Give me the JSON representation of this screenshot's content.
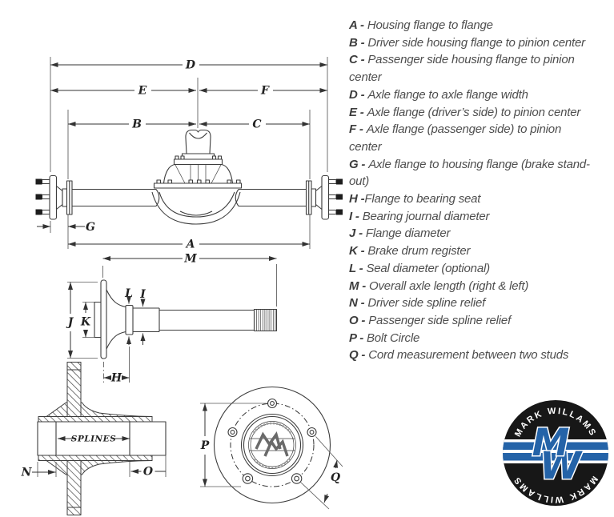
{
  "dims": {
    "a": "A",
    "b": "B",
    "c": "C",
    "d": "D",
    "e": "E",
    "f": "F",
    "g": "G",
    "h": "H",
    "i": "I",
    "j": "J",
    "k": "K",
    "l": "L",
    "m": "M",
    "n": "N",
    "o": "O",
    "p": "P",
    "q": "Q",
    "splines": "SPLINES"
  },
  "legend": {
    "items": [
      {
        "letter": "A",
        "sep": " - ",
        "text": "Housing flange to flange"
      },
      {
        "letter": "B",
        "sep": " - ",
        "text": "Driver side housing flange to pinion center"
      },
      {
        "letter": "C",
        "sep": " - ",
        "text": "Passenger side housing flange to pinion",
        "wrap": "center"
      },
      {
        "letter": "D",
        "sep": " - ",
        "text": "Axle flange to axle flange width"
      },
      {
        "letter": "E",
        "sep": " - ",
        "text": "Axle flange (driver’s side) to pinion center"
      },
      {
        "letter": "F",
        "sep": " - ",
        "text": "Axle flange (passenger side) to pinion",
        "wrap": "center"
      },
      {
        "letter": "G",
        "sep": " - ",
        "text": "Axle flange to housing flange (brake stand-",
        "wrap": "out)"
      },
      {
        "letter": "H",
        "sep": " -",
        "text": "Flange to bearing seat"
      },
      {
        "letter": "I",
        "sep": " - ",
        "text": "Bearing journal diameter"
      },
      {
        "letter": "J",
        "sep": " - ",
        "text": "Flange diameter"
      },
      {
        "letter": "K",
        "sep": " - ",
        "text": "Brake drum register"
      },
      {
        "letter": "L",
        "sep": " - ",
        "text": "Seal diameter (optional)"
      },
      {
        "letter": "M",
        "sep": " - ",
        "text": "Overall axle length (right & left)"
      },
      {
        "letter": "N",
        "sep": " - ",
        "text": "Driver side spline relief"
      },
      {
        "letter": "O",
        "sep": " - ",
        "text": "Passenger side spline relief"
      },
      {
        "letter": "P",
        "sep": " - ",
        "text": "Bolt Circle"
      },
      {
        "letter": "Q",
        "sep": " - ",
        "text": "Cord measurement between two studs"
      }
    ]
  },
  "logo": {
    "arc_text_top": "MARK WILLAMS",
    "arc_text_bottom": "MARK WILLAMS",
    "monogram_m": "M",
    "monogram_w": "W",
    "colors": {
      "blue": "#2463a8",
      "black": "#171717"
    }
  }
}
